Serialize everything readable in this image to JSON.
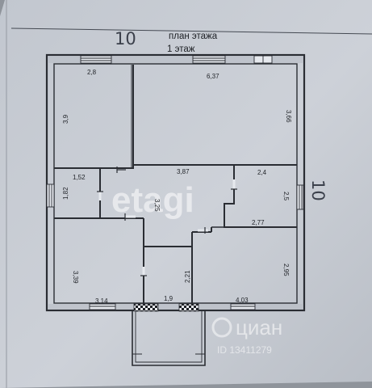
{
  "plan": {
    "title": "план этажа",
    "subtitle": "1 этаж",
    "handwritten_left": "10",
    "handwritten_right": "10"
  },
  "dimensions": {
    "room_top_left_width": "2,8",
    "room_top_left_height": "3,9",
    "room_top_right_width": "6,37",
    "room_top_right_height": "3,66",
    "small_room_width": "1,52",
    "small_room_height": "1,82",
    "hall_width": "3,87",
    "hall_height": "3,25",
    "room_right_mid_width": "2,4",
    "room_right_mid_height": "2,5",
    "room_right_mid_lower_width": "2,77",
    "room_bottom_left_height": "3,39",
    "room_bottom_left_width": "3,14",
    "bath_height": "2,21",
    "bath_width": "1,9",
    "room_bottom_right_height": "2,95",
    "room_bottom_right_width": "4,03"
  },
  "watermark": {
    "logo": "etagi",
    "brand": "циан",
    "id": "ID 13411279"
  },
  "colors": {
    "paper": "#c7ccd3",
    "wall": "#2a2d33",
    "background": "#8f949b"
  }
}
